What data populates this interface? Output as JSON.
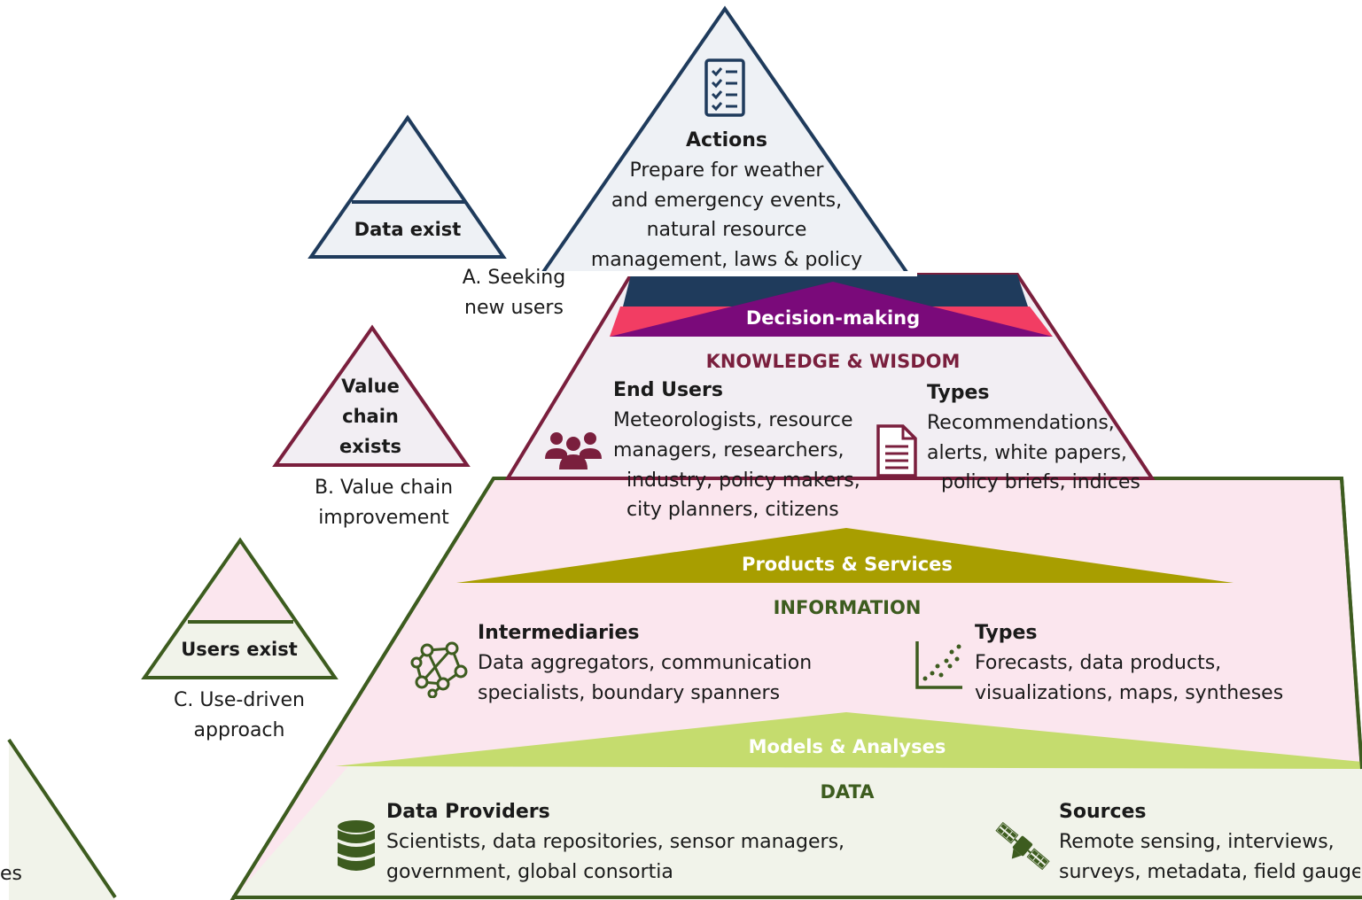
{
  "top": {
    "title": "Actions",
    "desc": [
      "Prepare for weather",
      "and emergency events,",
      "natural resource",
      "management, laws & policy"
    ]
  },
  "side": {
    "a": {
      "label": "Data exist",
      "caption": [
        "A. Seeking",
        "new users"
      ]
    },
    "b": {
      "label": [
        "Value",
        "chain",
        "exists"
      ],
      "caption": [
        "B. Value chain",
        "improvement"
      ]
    },
    "c": {
      "label": "Users exist",
      "caption": [
        "C. Use-driven",
        "approach"
      ]
    },
    "d": {
      "fragment": "es"
    }
  },
  "tiers": {
    "decision": "Decision-making",
    "knowledge": {
      "heading": "KNOWLEDGE & WISDOM",
      "users_title": "End Users",
      "users_desc": [
        "Meteorologists, resource",
        "managers, researchers,",
        "industry, policy makers,",
        "city planners, citizens"
      ],
      "types_title": "Types",
      "types_desc": [
        "Recommendations,",
        "alerts, white papers,",
        "policy briefs, indices"
      ]
    },
    "products": "Products & Services",
    "information": {
      "heading": "INFORMATION",
      "inter_title": "Intermediaries",
      "inter_desc": [
        "Data aggregators, communication",
        "specialists, boundary spanners"
      ],
      "types_title": "Types",
      "types_desc": [
        "Forecasts, data products,",
        "visualizations, maps, syntheses"
      ]
    },
    "models": "Models & Analyses",
    "data": {
      "heading": "DATA",
      "providers_title": "Data Providers",
      "providers_desc": [
        "Scientists, data repositories, sensor managers,",
        "government, global consortia"
      ],
      "sources_title": "Sources",
      "sources_desc": [
        "Remote sensing, interviews,",
        "surveys, metadata, field gauges"
      ]
    }
  },
  "icons": {
    "actions": "checklist-icon",
    "users": "people-icon",
    "types_k": "document-icon",
    "inter": "network-icon",
    "types_i": "scatter-plot-icon",
    "providers": "database-icon",
    "sources": "satellite-icon"
  },
  "colors": {
    "navy": "#1f3b5c",
    "maroon": "#7a1f3d",
    "green": "#3d5c1f",
    "pink": "#f25d7a",
    "purple": "#7a0a7a",
    "olive": "#a89e00",
    "lime": "#c5dc6e",
    "pale_pink": "#fbe6ee",
    "pale_green": "#f1f3ea",
    "pale_blue": "#eef1f5"
  }
}
